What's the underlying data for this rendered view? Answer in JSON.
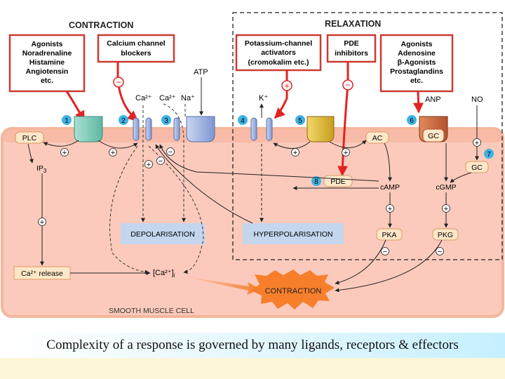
{
  "headers": {
    "contraction": "CONTRACTION",
    "relaxation": "RELAXATION"
  },
  "boxes": {
    "agonists_left": [
      "Agonists",
      "Noradrenaline",
      "Histamine",
      "Angiotensin",
      "etc."
    ],
    "ca_blockers": [
      "Calcium channel",
      "blockers"
    ],
    "k_activators": [
      "Potassium-channel",
      "activators",
      "(cromokalim etc.)"
    ],
    "pde_inhibitors": [
      "PDE",
      "inhibitors"
    ],
    "agonists_right": [
      "Agonists",
      "Adenosine",
      "β-Agonists",
      "Prostaglandins",
      "etc."
    ]
  },
  "ions": {
    "atp": "ATP",
    "ca1": "Ca²⁺",
    "ca2": "Ca²⁺",
    "na": "Na⁺",
    "k": "K⁺",
    "anp": "ANP",
    "no": "NO"
  },
  "numbers": [
    "1",
    "2",
    "3",
    "4",
    "5",
    "6",
    "7",
    "8"
  ],
  "nodes": {
    "plc": "PLC",
    "ip3": "IP",
    "ip3_sub": "3",
    "ca_release": "Ca²⁺ release",
    "ca_i": "[Ca²⁺]",
    "ca_i_sub": "i",
    "depol": "DEPOLARISATION",
    "hyperpol": "HYPERPOLARISATION",
    "ac": "AC",
    "gc_mem": "GC",
    "gc_sol": "GC",
    "pde": "PDE",
    "camp": "cAMP",
    "cgmp": "cGMP",
    "pka": "PKA",
    "pkg": "PKG",
    "contraction": "CONTRACTION",
    "cell": "SMOOTH MUSCLE CELL"
  },
  "signs": {
    "plus": "+",
    "minus": "−"
  },
  "caption": "Complexity of a response is governed by many ligands, receptors & effectors",
  "colors": {
    "cell": "#fbcabc",
    "cell_stroke": "#f3b79c",
    "box_border": "#cc3a32",
    "arrow_red": "#e02424",
    "label_box": "#c3d6ee",
    "node": "#fde7c8",
    "star": "#f77f2b",
    "background": "#fdf6d8"
  }
}
